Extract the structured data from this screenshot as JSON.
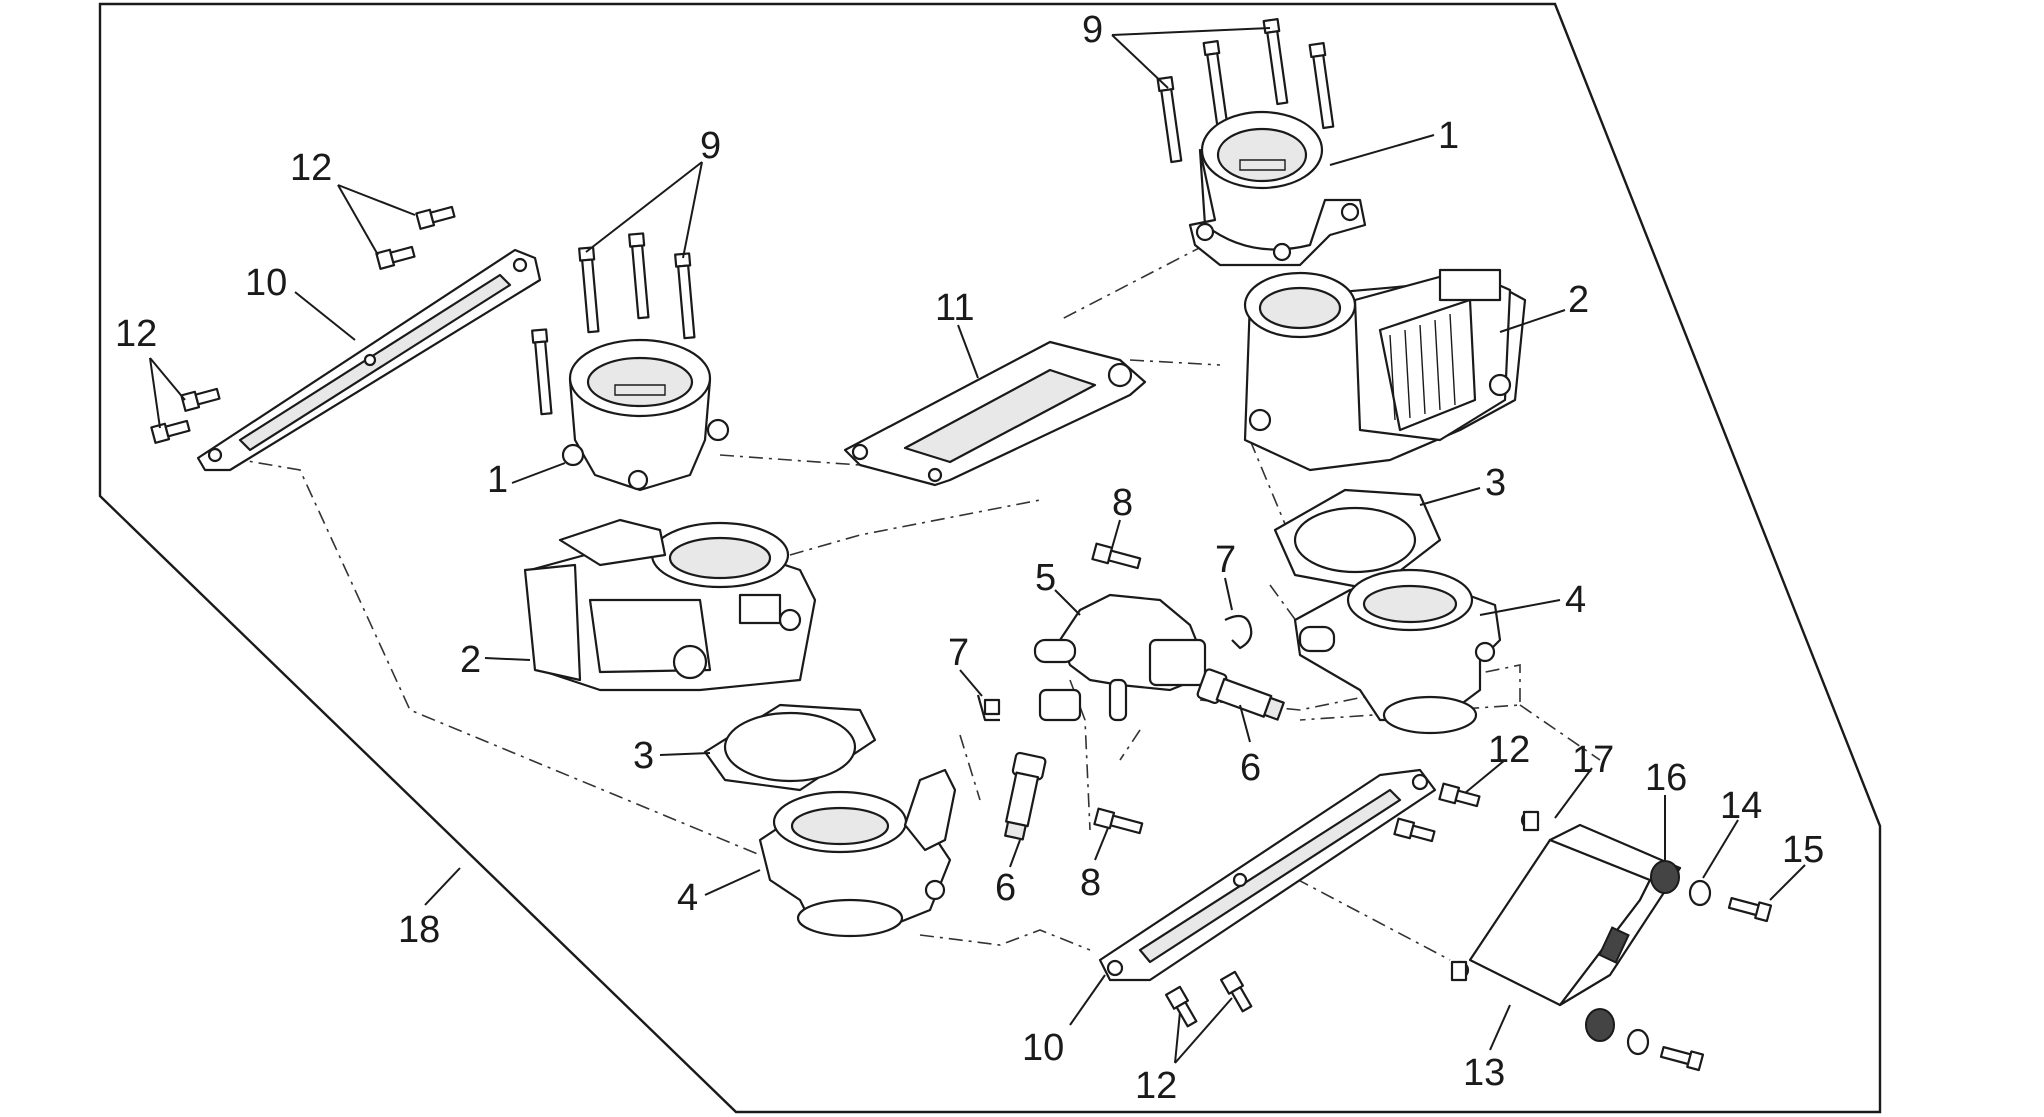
{
  "labels": [
    {
      "id": "lbl-9-right",
      "text": "9"
    },
    {
      "id": "lbl-1-right",
      "text": "1"
    },
    {
      "id": "lbl-12-top",
      "text": "12"
    },
    {
      "id": "lbl-9-left",
      "text": "9"
    },
    {
      "id": "lbl-10-left",
      "text": "10"
    },
    {
      "id": "lbl-11",
      "text": "11"
    },
    {
      "id": "lbl-2-right",
      "text": "2"
    },
    {
      "id": "lbl-12-left",
      "text": "12"
    },
    {
      "id": "lbl-1-left",
      "text": "1"
    },
    {
      "id": "lbl-3-right",
      "text": "3"
    },
    {
      "id": "lbl-8-top",
      "text": "8"
    },
    {
      "id": "lbl-5",
      "text": "5"
    },
    {
      "id": "lbl-7-right",
      "text": "7"
    },
    {
      "id": "lbl-4-right",
      "text": "4"
    },
    {
      "id": "lbl-2-left",
      "text": "2"
    },
    {
      "id": "lbl-7-left",
      "text": "7"
    },
    {
      "id": "lbl-6-right",
      "text": "6"
    },
    {
      "id": "lbl-3-left",
      "text": "3"
    },
    {
      "id": "lbl-12-mid",
      "text": "12"
    },
    {
      "id": "lbl-17",
      "text": "17"
    },
    {
      "id": "lbl-16",
      "text": "16"
    },
    {
      "id": "lbl-14",
      "text": "14"
    },
    {
      "id": "lbl-15",
      "text": "15"
    },
    {
      "id": "lbl-8-bottom",
      "text": "8"
    },
    {
      "id": "lbl-6-left",
      "text": "6"
    },
    {
      "id": "lbl-4-left",
      "text": "4"
    },
    {
      "id": "lbl-18",
      "text": "18"
    },
    {
      "id": "lbl-10-bottom",
      "text": "10"
    },
    {
      "id": "lbl-12-bottom",
      "text": "12"
    },
    {
      "id": "lbl-13",
      "text": "13"
    }
  ]
}
